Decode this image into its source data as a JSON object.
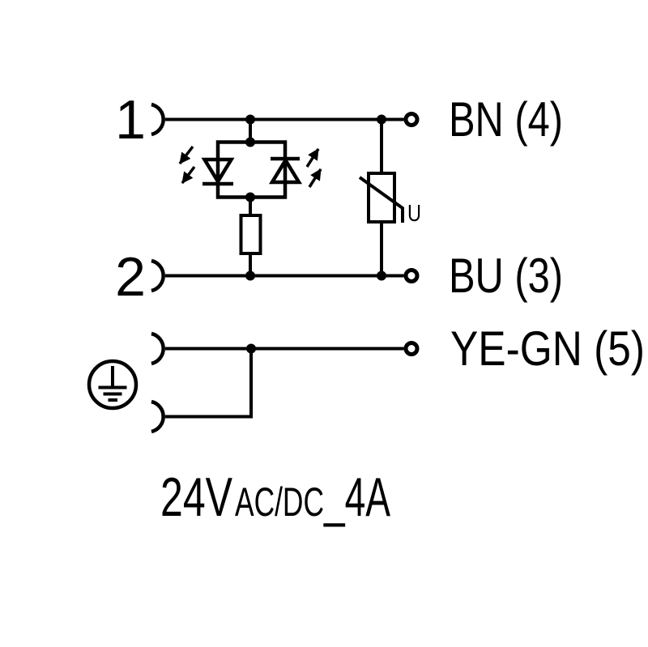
{
  "colors": {
    "line": "#000000",
    "background": "#ffffff"
  },
  "schematic": {
    "pins": {
      "pin1": "1",
      "pin2": "2"
    },
    "terminals": {
      "bn": "BN (4)",
      "bu": "BU (3)",
      "yegn": "YE-GN (5)"
    },
    "varistor_unit_label": "U",
    "rating": {
      "voltage": "24V",
      "supply_type": "AC/DC",
      "current": "_4A"
    }
  }
}
